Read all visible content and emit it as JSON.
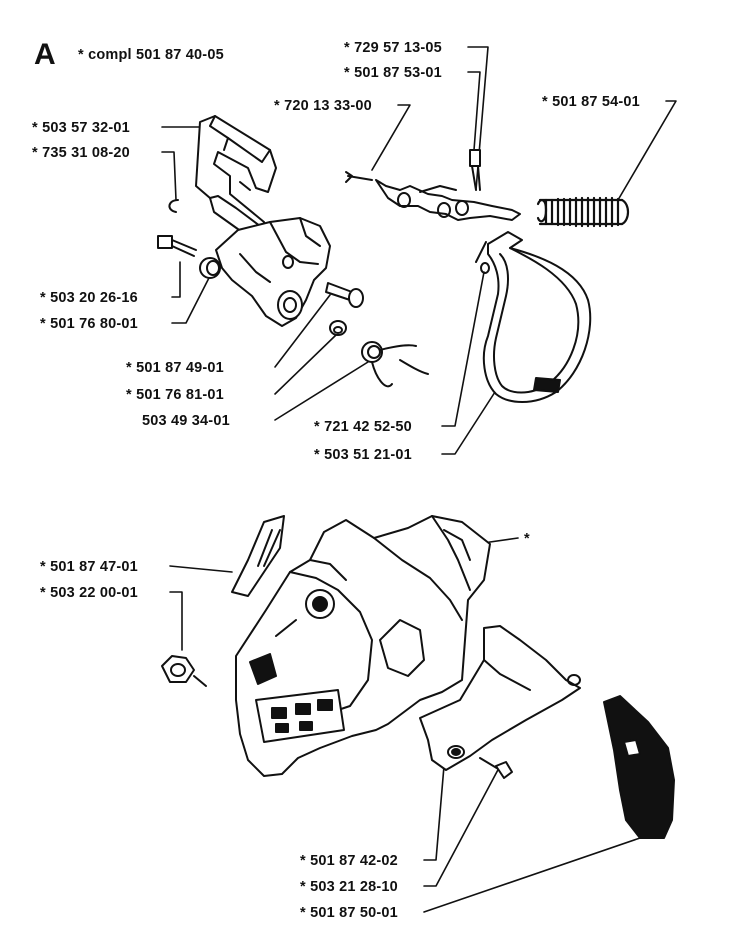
{
  "section_letter": "A",
  "assembly_label": "* compl 501 87 40-05",
  "callouts": [
    {
      "id": "c1",
      "text": "* 729 57 13-05"
    },
    {
      "id": "c2",
      "text": "* 501 87 53-01"
    },
    {
      "id": "c3",
      "text": "* 720 13 33-00"
    },
    {
      "id": "c4",
      "text": "* 501 87 54-01"
    },
    {
      "id": "c5",
      "text": "* 503 57 32-01"
    },
    {
      "id": "c6",
      "text": "* 735 31 08-20"
    },
    {
      "id": "c7",
      "text": "* 503 20 26-16"
    },
    {
      "id": "c8",
      "text": "* 501 76 80-01"
    },
    {
      "id": "c9",
      "text": "* 501 87 49-01"
    },
    {
      "id": "c10",
      "text": "* 501 76 81-01"
    },
    {
      "id": "c11",
      "text": "503 49 34-01"
    },
    {
      "id": "c12",
      "text": "* 721 42 52-50"
    },
    {
      "id": "c13",
      "text": "* 503 51 21-01"
    },
    {
      "id": "c14",
      "text": "*"
    },
    {
      "id": "c15",
      "text": "* 501 87 47-01"
    },
    {
      "id": "c16",
      "text": "* 503 22 00-01"
    },
    {
      "id": "c17",
      "text": "* 501 87 42-02"
    },
    {
      "id": "c18",
      "text": "* 503 21 28-10"
    },
    {
      "id": "c19",
      "text": "* 501 87 50-01"
    }
  ]
}
